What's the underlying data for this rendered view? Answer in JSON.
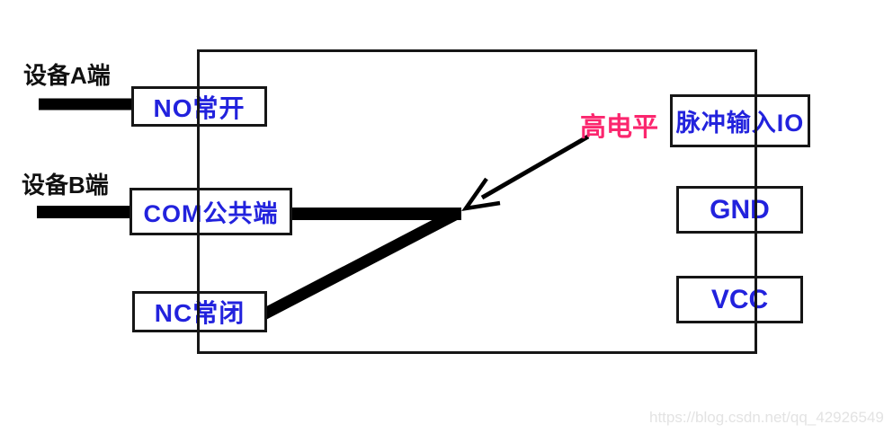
{
  "diagram": {
    "title_hint": "relay-to-pulse-io wiring diagram",
    "device_labels": {
      "a": "设备A端",
      "b": "设备B端"
    },
    "relay_terminals": {
      "no": "NO常开",
      "com": "COM公共端",
      "nc": "NC常闭"
    },
    "module_pins": {
      "pulse_io": "脉冲输入IO",
      "gnd": "GND",
      "vcc": "VCC"
    },
    "annotation": {
      "high_level": "高电平"
    }
  },
  "watermark": {
    "text": "https://blog.csdn.net/qq_42926549"
  },
  "colors": {
    "blue": "#2222dd",
    "pink": "#fb266e",
    "ink": "#111111",
    "wire": "#000000",
    "watermark": "#e3e3e3"
  }
}
